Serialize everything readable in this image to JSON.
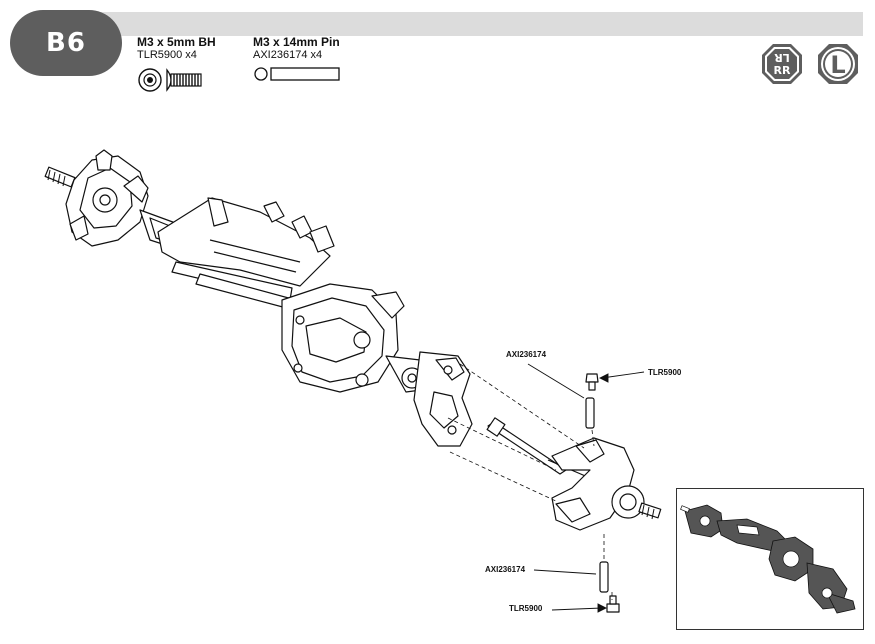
{
  "step": {
    "label": "B6"
  },
  "parts": [
    {
      "name": "M3 x 5mm BH",
      "code": "TLR5900 x4",
      "icon": "button-head-screw"
    },
    {
      "name": "M3 x 14mm Pin",
      "code": "AXI236174 x4",
      "icon": "pin"
    }
  ],
  "symbols": [
    {
      "icon": "left-right-mirror-icon",
      "text": "LR"
    },
    {
      "icon": "left-side-icon",
      "text": "L"
    }
  ],
  "callouts": {
    "pin_top": "AXI236174",
    "screw_top": "TLR5900",
    "pin_bottom": "AXI236174",
    "screw_bottom": "TLR5900"
  }
}
